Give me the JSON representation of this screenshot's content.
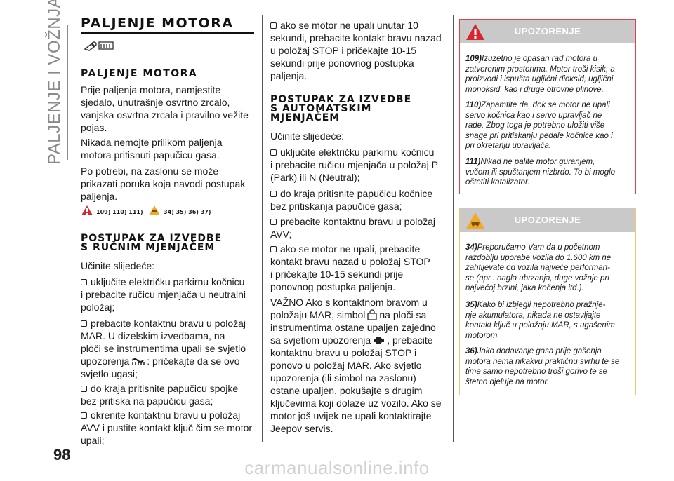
{
  "side_title": "PALJENJE I VOŽNJA",
  "page_number": "98",
  "left": {
    "main_heading": "PALJENJE MOTORA",
    "sub_heading": "PALJENJE MOTORA",
    "para1": [
      "Prije paljenja motora, namjestite",
      "sjedalo,  unutrašnje osvrtno zrcalo,",
      "vanjska osvrtna zrcala i pravilno vežite",
      "pojas."
    ],
    "para2": [
      "Nikada nemojte prilikom paljenja",
      "motora pritisnuti papučicu gasa."
    ],
    "para3": [
      "Po potrebi, na zaslonu se može",
      "prikazati poruka koja navodi postupak",
      "paljenja."
    ],
    "refs_red": "109) 110) 111)",
    "refs_amber": "34) 35) 36) 37)",
    "manual_heading": [
      "POSTUPAK ZA IZVEDBE",
      "S RUČNIM MJENJAČEM"
    ],
    "intro": "Učinite slijedeće:",
    "b1": [
      "uključite električku parkirnu kočnicu",
      "i prebacite ručicu mjenjača u neutralni",
      "položaj;"
    ],
    "b2a": [
      "prebacite kontaktnu bravu u položaj",
      "MAR. U dizelskim izvedbama, na",
      "ploči se instrumentima upali se svjetlo"
    ],
    "b2b_pre": "upozorenja",
    "b2b_post": ": pričekajte da se ovo",
    "b2c": "svjetlo ugasi;",
    "b3": [
      "do kraja pritisnite papučicu spojke",
      "bez pritiska na papučicu gasa;"
    ],
    "b4": [
      "okrenite kontaktnu bravu u položaj",
      "AVV i pustite kontakt ključ čim se motor",
      "upali;"
    ]
  },
  "middle": {
    "b5": [
      "ako se motor ne upali unutar 10",
      "sekundi, prebacite kontakt bravu nazad",
      "u položaj STOP i pričekajte 10-15",
      "sekundi prije ponovnog postupka",
      "paljenja."
    ],
    "auto_heading": [
      "POSTUPAK ZA IZVEDBE",
      "S AUTOMATSKIM",
      "MJENJAČEM"
    ],
    "intro": "Učinite slijedeće:",
    "b1": [
      "uključite električku parkirnu kočnicu",
      "i prebacite ručicu mjenjača u položaj P",
      "(Park) ili N (Neutral);"
    ],
    "b2": [
      "do kraja pritisnite papučicu kočnice",
      "bez pritiskanja papučice gasa;"
    ],
    "b3": [
      "prebacite kontaktnu bravu u položaj",
      "AVV;"
    ],
    "b4": [
      "ako se motor ne upali, prebacite",
      "kontakt bravu nazad u položaj STOP",
      "i pričekajte 10-15 sekundi prije",
      "ponovnog postupka paljenja."
    ],
    "note_l1": "VAŽNO Ako s kontaktnom bravom u",
    "note_l2_pre": "položaju MAR, simbol",
    "note_l2_post": "na ploči sa",
    "note_l3": "instrumentima ostane upaljen zajedno",
    "note_l4_pre": "sa svjetlom upozorenja",
    "note_l4_post": ", prebacite",
    "note_rest": [
      "kontaktnu bravu u položaj STOP i",
      "ponovo u položaj MAR. Ako svjetlo",
      "upozorenja (ili simbol na zaslonu)",
      "ostane upaljen, pokušajte s drugim",
      "ključevima koji dolaze uz vozilo. Ako se",
      "motor još uvijek ne upali kontaktirajte",
      "Jeepov servis."
    ]
  },
  "warning_red": {
    "title": "UPOZORENJE",
    "border_color": "#e0414b",
    "icon_color": "#d7262f",
    "items": [
      {
        "num": "109)",
        "lines": [
          "Izuzetno je opasan rad motora u",
          "zatvorenim prostorima. Motor troši kisik, a",
          "proizvodi i ispušta ugljični dioksid, ugljični",
          "monoksid, kao i druge otrovne plinove."
        ]
      },
      {
        "num": "110)",
        "lines": [
          "Zapamtite da, dok se motor ne upali",
          "servo kočnica kao i servo upravljač ne",
          "rade. Zbog toga je potrebno uložiti više",
          "snage pri pritiskanju pedale kočnice kao i",
          "pri okretanju upravljača."
        ]
      },
      {
        "num": "111)",
        "lines": [
          "Nikad ne palite motor guranjem,",
          "vučom ili spuštanjem nizbrdo. To bi moglo",
          "oštetiti katalizator."
        ]
      }
    ]
  },
  "warning_amber": {
    "title": "UPOZORENJE",
    "border_color": "#f3c85c",
    "icon_color": "#f1a92c",
    "items": [
      {
        "num": "34)",
        "lines": [
          "Preporučamo Vam da u početnom",
          "razdoblju uporabe vozila do 1.600 km ne",
          "zahtijevate od vozila najveće performan-",
          "se (npr.: nagla ubrzanja, duge vožnje pri",
          "najvećoj brzini, jaka kočenja itd.)."
        ]
      },
      {
        "num": "35)",
        "lines": [
          "Kako bi izbjegli nepotrebno pražnje-",
          "nje akumulatora, nikada ne ostavljajte",
          "kontakt ključ u položaju MAR, s ugašenim",
          "motorom."
        ]
      },
      {
        "num": "36)",
        "lines": [
          "Jako dodavanje gasa prije gašenja",
          "motora nema nikakvu praktičnu svrhu te se",
          "time samo nepotrebno troši gorivo te se",
          "štetno djeluje na motor."
        ]
      }
    ]
  },
  "watermark": "carmanualsonline.info"
}
